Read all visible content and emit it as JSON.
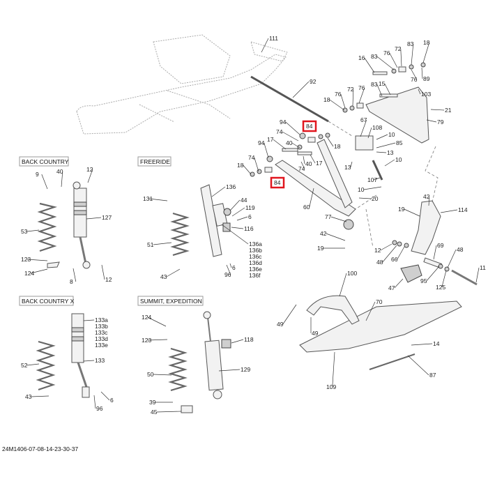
{
  "diagram_code": "24M1406-07-08-14-23-30-37",
  "section_titles": {
    "back_country": "BACK COUNTRY",
    "freeride": "FREERIDE",
    "back_country_x": "BACK COUNTRY X",
    "summit_expedition": "SUMMIT, EXPEDITION"
  },
  "highlight_color": "#e0161e",
  "highlighted_parts": [
    "84",
    "84"
  ],
  "callouts": [
    "111",
    "92",
    "16",
    "83",
    "76",
    "72",
    "83",
    "18",
    "76",
    "89",
    "76",
    "72",
    "76",
    "83",
    "15",
    "103",
    "18",
    "21",
    "79",
    "94",
    "74",
    "17",
    "40",
    "18",
    "67",
    "108",
    "10",
    "85",
    "13",
    "10",
    "13",
    "107",
    "10",
    "94",
    "74",
    "18",
    "40",
    "17",
    "74",
    "60",
    "20",
    "42",
    "19",
    "114",
    "77",
    "42",
    "19",
    "12",
    "48",
    "66",
    "69",
    "48",
    "95",
    "125",
    "11",
    "47",
    "100",
    "70",
    "49",
    "49",
    "14",
    "87",
    "109",
    "9",
    "40",
    "12",
    "53",
    "127",
    "123",
    "124",
    "8",
    "12",
    "136",
    "131",
    "44",
    "119",
    "6",
    "116",
    "51",
    "136a",
    "136b",
    "136c",
    "136d",
    "136e",
    "136f",
    "96",
    "6",
    "43",
    "133a",
    "133b",
    "133c",
    "133d",
    "133e",
    "133",
    "52",
    "43",
    "96",
    "6",
    "124",
    "123",
    "118",
    "129",
    "50",
    "39",
    "45"
  ]
}
